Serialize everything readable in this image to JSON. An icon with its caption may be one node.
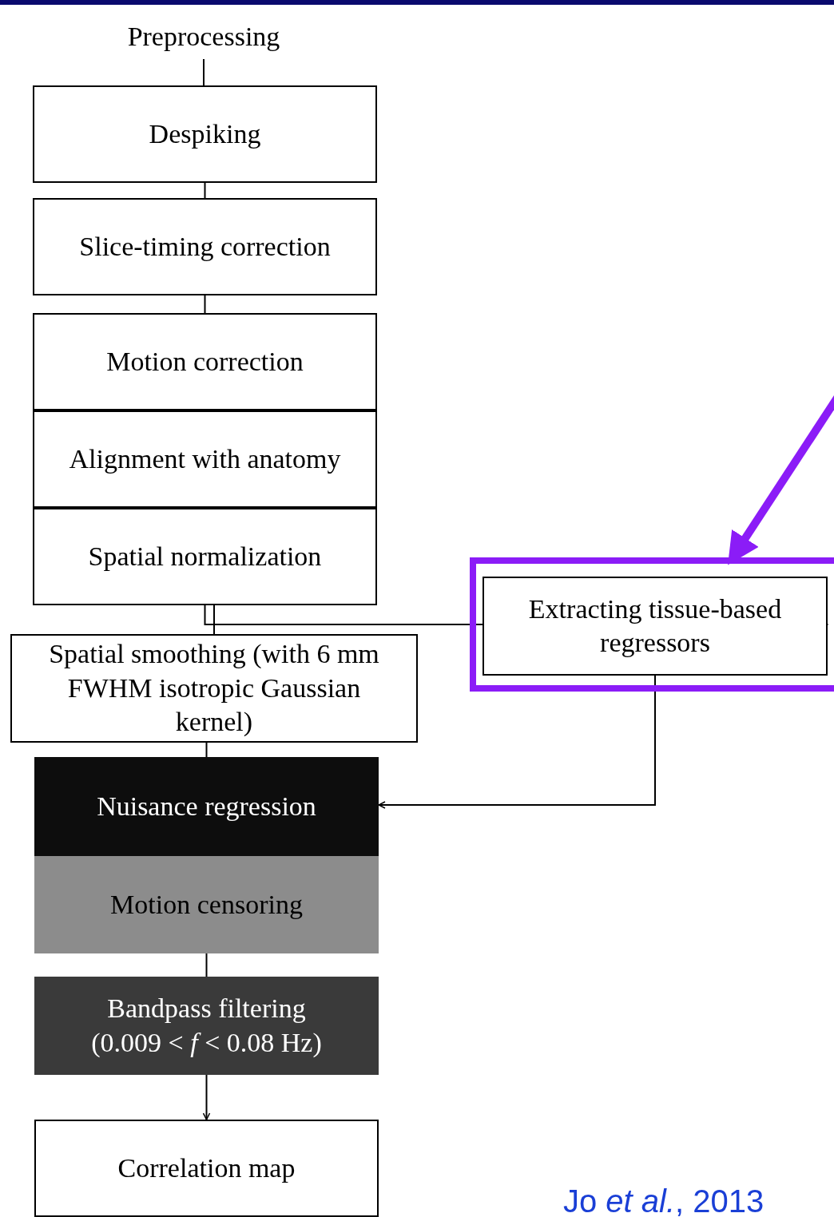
{
  "diagram": {
    "nodes": [
      {
        "text": [
          "Preprocessing"
        ]
      },
      {
        "text": [
          "Despiking"
        ]
      },
      {
        "text": [
          "Slice-timing correction"
        ]
      },
      {
        "text": [
          "Motion correction"
        ]
      },
      {
        "text": [
          "Alignment with anatomy"
        ]
      },
      {
        "text": [
          "Spatial normalization"
        ]
      },
      {
        "text": [
          "Spatial smoothing (with 6 mm FWHM isotropic Gaussian kernel)"
        ]
      },
      {
        "text": [],
        "shape": "box"
      },
      {
        "text": [
          "Extracting tissue-based regressors"
        ],
        "in": 7
      },
      {
        "text": [
          "Nuisance regression"
        ]
      },
      {
        "text": [
          "Motion censoring"
        ]
      },
      {
        "text": [
          "Bandpass filtering (0.009 < *f* < 0.08 Hz)"
        ]
      },
      {
        "text": [
          "Correlation map"
        ]
      }
    ],
    "edges": [
      {
        "from": 0,
        "to": 1,
        "arrow": "none"
      },
      {
        "from": 1,
        "to": 2,
        "arrow": "none"
      },
      {
        "from": 2,
        "to": 3,
        "arrow": "none"
      },
      {
        "from": 5,
        "to": 6,
        "arrow": "none"
      },
      {
        "from": 5,
        "to": 8,
        "arrow": "to"
      },
      {
        "from": 8,
        "to": 9,
        "arrow": "to"
      },
      {
        "from": 6,
        "to": 9,
        "arrow": "none"
      },
      {
        "from": 10,
        "to": 11,
        "arrow": "none"
      },
      {
        "from": 11,
        "to": 12,
        "arrow": "to"
      },
      {
        "from": null,
        "to": 7,
        "arrow": "to",
        "style": "thick",
        "color": "#8b1cf7"
      }
    ],
    "labels": [
      "Jo *et al.*, 2013"
    ]
  }
}
